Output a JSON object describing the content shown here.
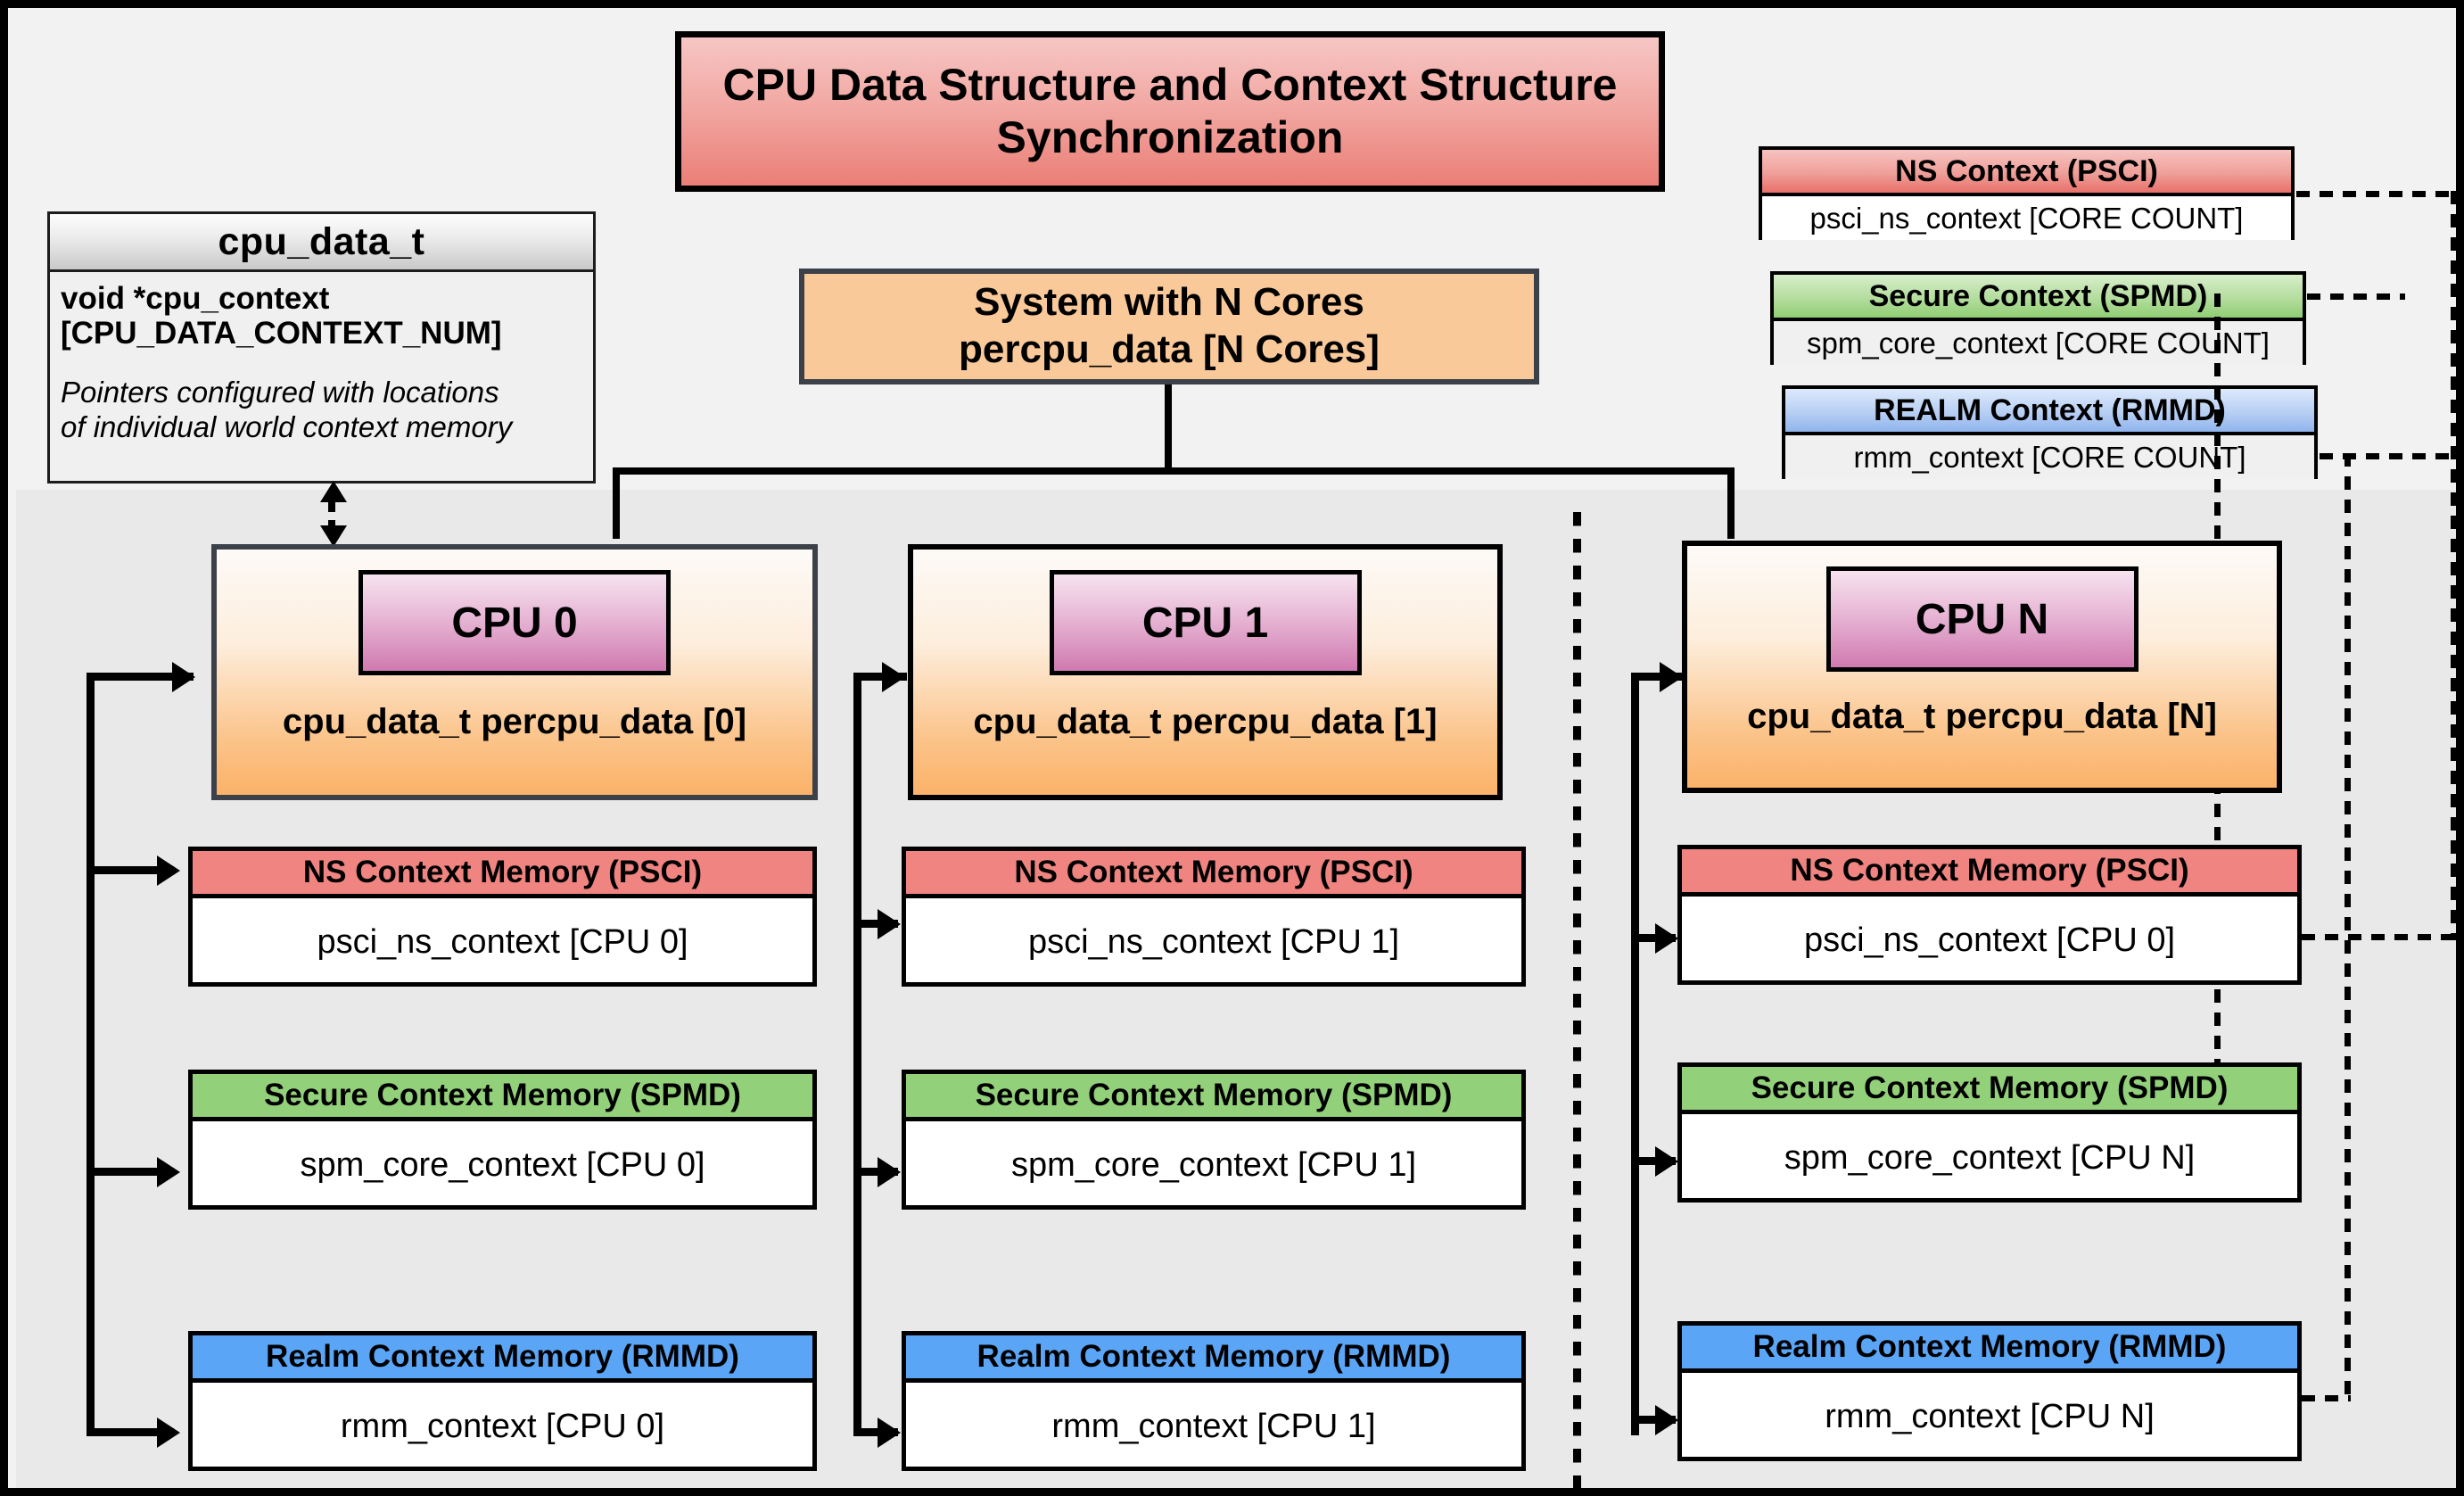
{
  "diagram": {
    "title": "CPU Data Structure and Context Structure Synchronization",
    "system_box": {
      "line1": "System with N Cores",
      "line2": "percpu_data [N Cores]"
    },
    "cpu_data_t": {
      "header": "cpu_data_t",
      "field": "void  *cpu_context [CPU_DATA_CONTEXT_NUM]",
      "field_line1": "void  *cpu_context",
      "field_line2": "[CPU_DATA_CONTEXT_NUM]",
      "note_line1": "Pointers configured with locations",
      "note_line2": "of individual world context memory"
    },
    "legend": [
      {
        "header": "NS Context  (PSCI)",
        "body": "psci_ns_context [CORE COUNT]",
        "color": "#e8706a"
      },
      {
        "header": "Secure Context (SPMD)",
        "body": "spm_core_context [CORE COUNT]",
        "color": "#8fce73"
      },
      {
        "header": "REALM Context (RMMD)",
        "body": "rmm_context [CORE COUNT]",
        "color": "#8fb4ec"
      }
    ],
    "columns": [
      {
        "chip": "CPU 0",
        "caption": "cpu_data_t percpu_data [0]",
        "memories": [
          {
            "header": "NS Context Memory (PSCI)",
            "body": "psci_ns_context [CPU 0]"
          },
          {
            "header": "Secure Context Memory (SPMD)",
            "body": "spm_core_context [CPU 0]"
          },
          {
            "header": "Realm Context Memory (RMMD)",
            "body": "rmm_context [CPU 0]"
          }
        ]
      },
      {
        "chip": "CPU 1",
        "caption": "cpu_data_t percpu_data [1]",
        "memories": [
          {
            "header": "NS Context Memory (PSCI)",
            "body": "psci_ns_context [CPU 1]"
          },
          {
            "header": "Secure Context Memory (SPMD)",
            "body": "spm_core_context [CPU 1]"
          },
          {
            "header": "Realm Context Memory (RMMD)",
            "body": "rmm_context [CPU 1]"
          }
        ]
      },
      {
        "chip": "CPU N",
        "caption": "cpu_data_t percpu_data [N]",
        "memories": [
          {
            "header": "NS Context Memory (PSCI)",
            "body": "psci_ns_context [CPU 0]"
          },
          {
            "header": "Secure Context Memory (SPMD)",
            "body": "spm_core_context [CPU N]"
          },
          {
            "header": "Realm Context Memory (RMMD)",
            "body": "rmm_context [CPU N]"
          }
        ]
      }
    ],
    "colors": {
      "background": "#f2f2f2",
      "plate": "#e9e9e9",
      "title_gradient_top": "#f6c6c4",
      "title_gradient_bottom": "#ea7f77",
      "system_fill": "#fac999",
      "cpu_panel_bottom": "#fbb269",
      "cpu_chip_bottom": "#d07ab0",
      "ns_red": "#ef8480",
      "secure_green": "#93d07a",
      "realm_blue": "#5ba5f7",
      "outline": "#000000",
      "panel_outline": "#3b4049"
    }
  }
}
